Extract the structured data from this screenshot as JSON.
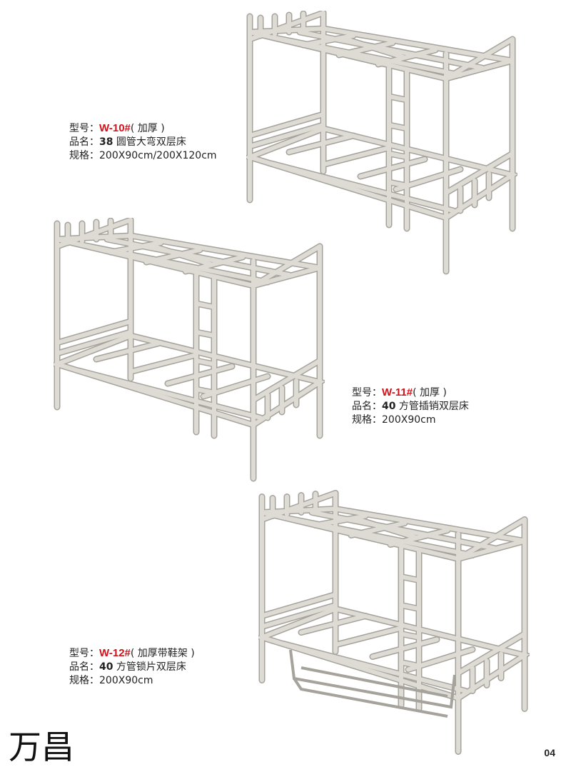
{
  "products": [
    {
      "model_label": "型号：",
      "model": "W-10#",
      "note": "( 加厚 )",
      "name_label": "品名：",
      "name_bold": "38",
      "name": " 圆管大弯双层床",
      "size_label": "规格：",
      "size": "200X90cm/200X120cm"
    },
    {
      "model_label": "型号：",
      "model": "W-11#",
      "note": "( 加厚 )",
      "name_label": "品名：",
      "name_bold": "40",
      "name": " 方管插销双层床",
      "size_label": "规格：",
      "size": "200X90cm"
    },
    {
      "model_label": "型号：",
      "model": "W-12#",
      "note": "( 加厚带鞋架 )",
      "name_label": "品名：",
      "name_bold": "40",
      "name": " 方管锁片双层床",
      "size_label": "规格：",
      "size": "200X90cm"
    }
  ],
  "brand": "万昌",
  "page_number": "04",
  "colors": {
    "model": "#d0121b",
    "frame": "#cfcdc6",
    "frame_edge": "#9e9c95"
  }
}
